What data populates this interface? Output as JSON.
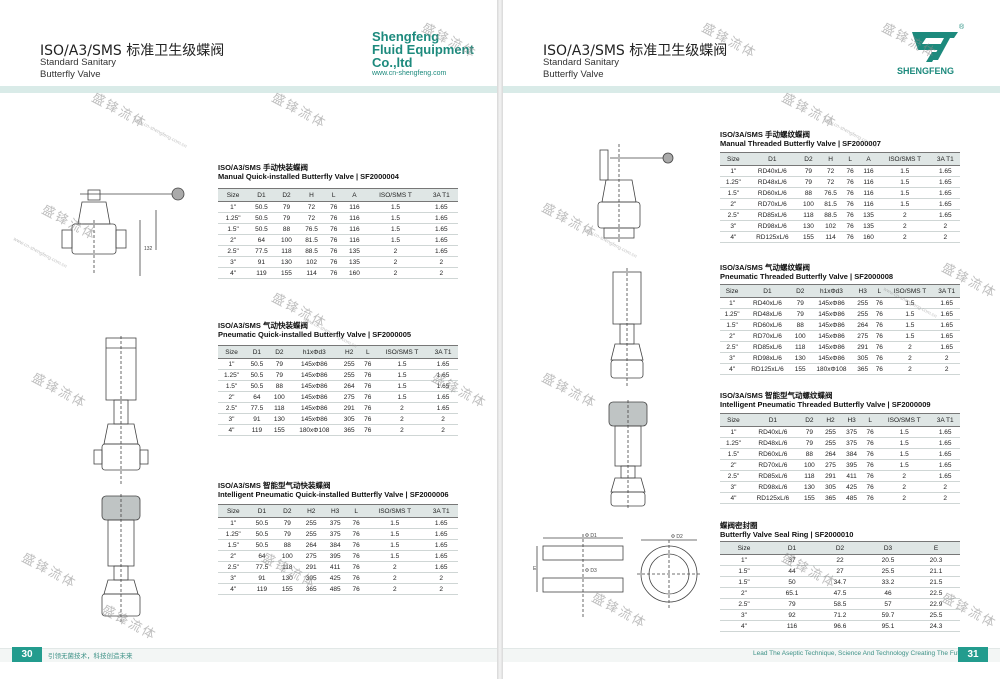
{
  "header": {
    "title": "ISO/A3/SMS 标准卫生级蝶阀",
    "subtitle_line1": "Standard Sanitary",
    "subtitle_line2": "Butterfly Valve",
    "brand_name_1": "Shengfeng",
    "brand_name_2": "Fluid Equipment",
    "brand_name_3": "Co.,ltd",
    "brand_url": "www.cn-shengfeng.com",
    "logo_text": "SHENGFENG",
    "trademark": "®"
  },
  "watermark": {
    "text": "盛锋流体",
    "url": "www.cn-shengfeng.com.cn"
  },
  "colors": {
    "accent": "#239c8e",
    "band": "#d9ebe8",
    "header_row": "#dfe6e5"
  },
  "left_tables": [
    {
      "title_cn": "ISO/A3/SMS 手动快装蝶阀",
      "title_en": "Manual Quick-installed Butterfly Valve",
      "code": "SF2000004",
      "headers": [
        "Size",
        "D1",
        "D2",
        "H",
        "L",
        "A",
        "ISO/SMS T",
        "3A T1"
      ],
      "rows": [
        [
          "1\"",
          "50.5",
          "79",
          "72",
          "76",
          "116",
          "1.5",
          "1.65"
        ],
        [
          "1.25\"",
          "50.5",
          "79",
          "72",
          "76",
          "116",
          "1.5",
          "1.65"
        ],
        [
          "1.5\"",
          "50.5",
          "88",
          "76.5",
          "76",
          "116",
          "1.5",
          "1.65"
        ],
        [
          "2\"",
          "64",
          "100",
          "81.5",
          "76",
          "116",
          "1.5",
          "1.65"
        ],
        [
          "2.5\"",
          "77.5",
          "118",
          "88.5",
          "76",
          "135",
          "2",
          "1.65"
        ],
        [
          "3\"",
          "91",
          "130",
          "102",
          "76",
          "135",
          "2",
          "2"
        ],
        [
          "4\"",
          "119",
          "155",
          "114",
          "76",
          "160",
          "2",
          "2"
        ]
      ]
    },
    {
      "title_cn": "ISO/A3/SMS 气动快装蝶阀",
      "title_en": "Pneumatic Quick-installed Butterfly Valve",
      "code": "SF2000005",
      "headers": [
        "Size",
        "D1",
        "D2",
        "h1xΦd3",
        "H2",
        "L",
        "ISO/SMS T",
        "3A T1"
      ],
      "rows": [
        [
          "1\"",
          "50.5",
          "79",
          "145xΦ86",
          "255",
          "76",
          "1.5",
          "1.65"
        ],
        [
          "1.25\"",
          "50.5",
          "79",
          "145xΦ86",
          "255",
          "76",
          "1.5",
          "1.65"
        ],
        [
          "1.5\"",
          "50.5",
          "88",
          "145xΦ86",
          "264",
          "76",
          "1.5",
          "1.65"
        ],
        [
          "2\"",
          "64",
          "100",
          "145xΦ86",
          "275",
          "76",
          "1.5",
          "1.65"
        ],
        [
          "2.5\"",
          "77.5",
          "118",
          "145xΦ86",
          "291",
          "76",
          "2",
          "1.65"
        ],
        [
          "3\"",
          "91",
          "130",
          "145xΦ86",
          "305",
          "76",
          "2",
          "2"
        ],
        [
          "4\"",
          "119",
          "155",
          "180xΦ108",
          "365",
          "76",
          "2",
          "2"
        ]
      ]
    },
    {
      "title_cn": "ISO/A3/SMS 智能型气动快装蝶阀",
      "title_en": "Intelligent Pneumatic Quick-installed Butterfly Valve",
      "code": "SF2000006",
      "headers": [
        "Size",
        "D1",
        "D2",
        "H2",
        "H3",
        "L",
        "ISO/SMS T",
        "3A T1"
      ],
      "rows": [
        [
          "1\"",
          "50.5",
          "79",
          "255",
          "375",
          "76",
          "1.5",
          "1.65"
        ],
        [
          "1.25\"",
          "50.5",
          "79",
          "255",
          "375",
          "76",
          "1.5",
          "1.65"
        ],
        [
          "1.5\"",
          "50.5",
          "88",
          "264",
          "384",
          "76",
          "1.5",
          "1.65"
        ],
        [
          "2\"",
          "64",
          "100",
          "275",
          "395",
          "76",
          "1.5",
          "1.65"
        ],
        [
          "2.5\"",
          "77.5",
          "118",
          "291",
          "411",
          "76",
          "2",
          "1.65"
        ],
        [
          "3\"",
          "91",
          "130",
          "305",
          "425",
          "76",
          "2",
          "2"
        ],
        [
          "4\"",
          "119",
          "155",
          "365",
          "485",
          "76",
          "2",
          "2"
        ]
      ]
    }
  ],
  "right_tables": [
    {
      "title_cn": "ISO/3A/SMS 手动螺纹蝶阀",
      "title_en": "Manual Threaded Butterfly Valve",
      "code": "SF2000007",
      "headers": [
        "Size",
        "D1",
        "D2",
        "H",
        "L",
        "A",
        "ISO/SMS T",
        "3A T1"
      ],
      "rows": [
        [
          "1\"",
          "RD40xL/6",
          "79",
          "72",
          "76",
          "116",
          "1.5",
          "1.65"
        ],
        [
          "1.25\"",
          "RD48xL/6",
          "79",
          "72",
          "76",
          "116",
          "1.5",
          "1.65"
        ],
        [
          "1.5\"",
          "RD60xL/6",
          "88",
          "76.5",
          "76",
          "116",
          "1.5",
          "1.65"
        ],
        [
          "2\"",
          "RD70xL/6",
          "100",
          "81.5",
          "76",
          "116",
          "1.5",
          "1.65"
        ],
        [
          "2.5\"",
          "RD85xL/6",
          "118",
          "88.5",
          "76",
          "135",
          "2",
          "1.65"
        ],
        [
          "3\"",
          "RD98xL/6",
          "130",
          "102",
          "76",
          "135",
          "2",
          "2"
        ],
        [
          "4\"",
          "RD125xL/6",
          "155",
          "114",
          "76",
          "160",
          "2",
          "2"
        ]
      ]
    },
    {
      "title_cn": "ISO/3A/SMS 气动螺纹蝶阀",
      "title_en": "Pneumatic Threaded Butterfly Valve",
      "code": "SF2000008",
      "headers": [
        "Size",
        "D1",
        "D2",
        "h1xΦd3",
        "H3",
        "L",
        "ISO/SMS T",
        "3A T1"
      ],
      "rows": [
        [
          "1\"",
          "RD40xL/6",
          "79",
          "145xΦ86",
          "255",
          "76",
          "1.5",
          "1.65"
        ],
        [
          "1.25\"",
          "RD48xL/6",
          "79",
          "145xΦ86",
          "255",
          "76",
          "1.5",
          "1.65"
        ],
        [
          "1.5\"",
          "RD60xL/6",
          "88",
          "145xΦ86",
          "264",
          "76",
          "1.5",
          "1.65"
        ],
        [
          "2\"",
          "RD70xL/6",
          "100",
          "145xΦ86",
          "275",
          "76",
          "1.5",
          "1.65"
        ],
        [
          "2.5\"",
          "RD85xL/6",
          "118",
          "145xΦ86",
          "291",
          "76",
          "2",
          "1.65"
        ],
        [
          "3\"",
          "RD98xL/6",
          "130",
          "145xΦ86",
          "305",
          "76",
          "2",
          "2"
        ],
        [
          "4\"",
          "RD125xL/6",
          "155",
          "180xΦ108",
          "365",
          "76",
          "2",
          "2"
        ]
      ]
    },
    {
      "title_cn": "ISO/3A/SMS 智能型气动螺纹蝶阀",
      "title_en": "Intelligent Pneumatic Threaded Butterfly Valve",
      "code": "SF2000009",
      "headers": [
        "Size",
        "D1",
        "D2",
        "H2",
        "H3",
        "L",
        "ISO/SMS T",
        "3A T1"
      ],
      "rows": [
        [
          "1\"",
          "RD40xL/6",
          "79",
          "255",
          "375",
          "76",
          "1.5",
          "1.65"
        ],
        [
          "1.25\"",
          "RD48xL/6",
          "79",
          "255",
          "375",
          "76",
          "1.5",
          "1.65"
        ],
        [
          "1.5\"",
          "RD60xL/6",
          "88",
          "264",
          "384",
          "76",
          "1.5",
          "1.65"
        ],
        [
          "2\"",
          "RD70xL/6",
          "100",
          "275",
          "395",
          "76",
          "1.5",
          "1.65"
        ],
        [
          "2.5\"",
          "RD85xL/6",
          "118",
          "291",
          "411",
          "76",
          "2",
          "1.65"
        ],
        [
          "3\"",
          "RD98xL/6",
          "130",
          "305",
          "425",
          "76",
          "2",
          "2"
        ],
        [
          "4\"",
          "RD125xL/6",
          "155",
          "365",
          "485",
          "76",
          "2",
          "2"
        ]
      ]
    },
    {
      "title_cn": "蝶阀密封圈",
      "title_en": "Butterfly Valve Seal Ring",
      "code": "SF2000010",
      "headers": [
        "Size",
        "D1",
        "D2",
        "D3",
        "E"
      ],
      "rows": [
        [
          "1\"",
          "37",
          "22",
          "20.5",
          "20.3"
        ],
        [
          "1.5\"",
          "44",
          "27",
          "25.5",
          "21.1"
        ],
        [
          "1.5\"",
          "50",
          "34.7",
          "33.2",
          "21.5"
        ],
        [
          "2\"",
          "65.1",
          "47.5",
          "46",
          "22.5"
        ],
        [
          "2.5\"",
          "79",
          "58.5",
          "57",
          "22.9"
        ],
        [
          "3\"",
          "92",
          "71.2",
          "59.7",
          "25.5"
        ],
        [
          "4\"",
          "116",
          "96.6",
          "95.1",
          "24.3"
        ]
      ]
    }
  ],
  "drawing_labels": {
    "d1": "Φ D1",
    "d2": "Φ D2",
    "d3": "Φ D3",
    "e": "E",
    "size_132": "132"
  },
  "footer": {
    "left_page": "30",
    "right_page": "31",
    "left_slogan": "引领无菌技术，科技创造未来",
    "right_slogan": "Lead The Aseptic Technique, Science And Technology Creating The Future"
  }
}
